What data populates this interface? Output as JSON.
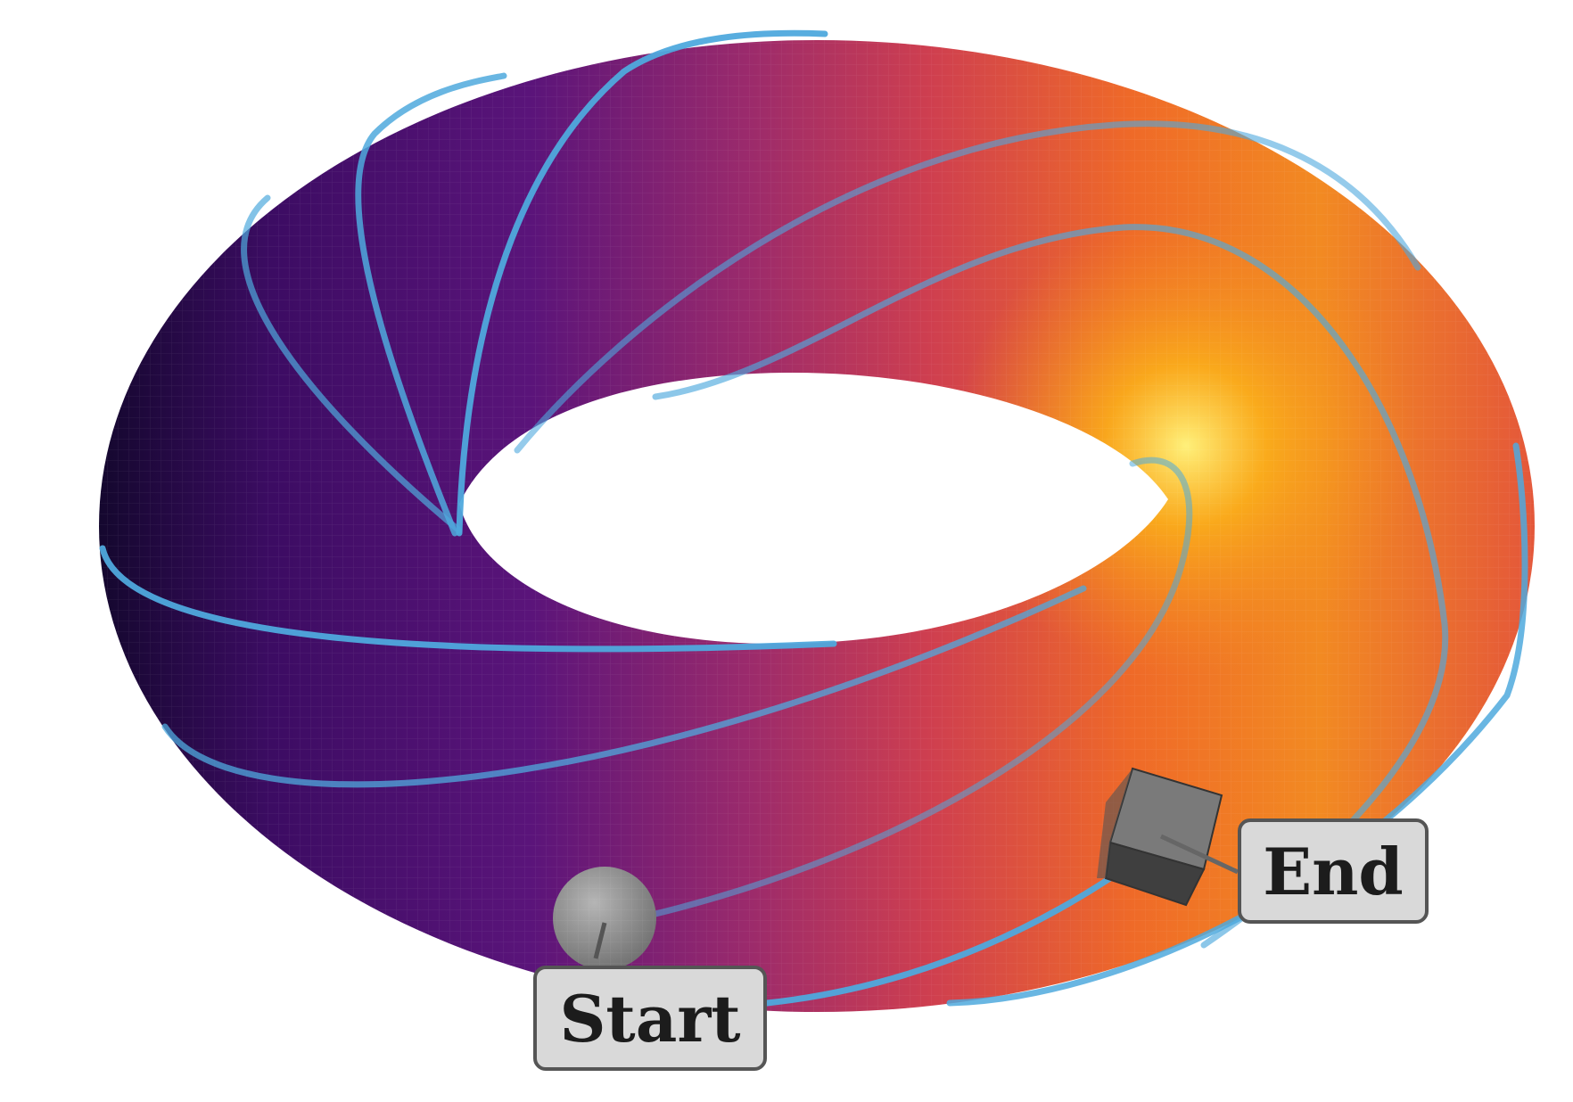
{
  "figure": {
    "type": "3d-torus-trajectory",
    "colormap": "inferno-like (dark purple → magenta → orange → yellow)",
    "curve_color": "#4fa9dd",
    "labels": {
      "start": "Start",
      "end": "End"
    },
    "markers": {
      "start": "sphere",
      "end": "cube"
    },
    "colors": {
      "dark": "#1a0a3a",
      "purple": "#4b0f6e",
      "magenta": "#a02a6a",
      "red": "#d9473d",
      "orange": "#f07a1e",
      "yellow": "#fbe25a",
      "label_bg": "#d9d9d9",
      "label_border": "#555555",
      "marker_gray": "#8c8c8c"
    }
  }
}
